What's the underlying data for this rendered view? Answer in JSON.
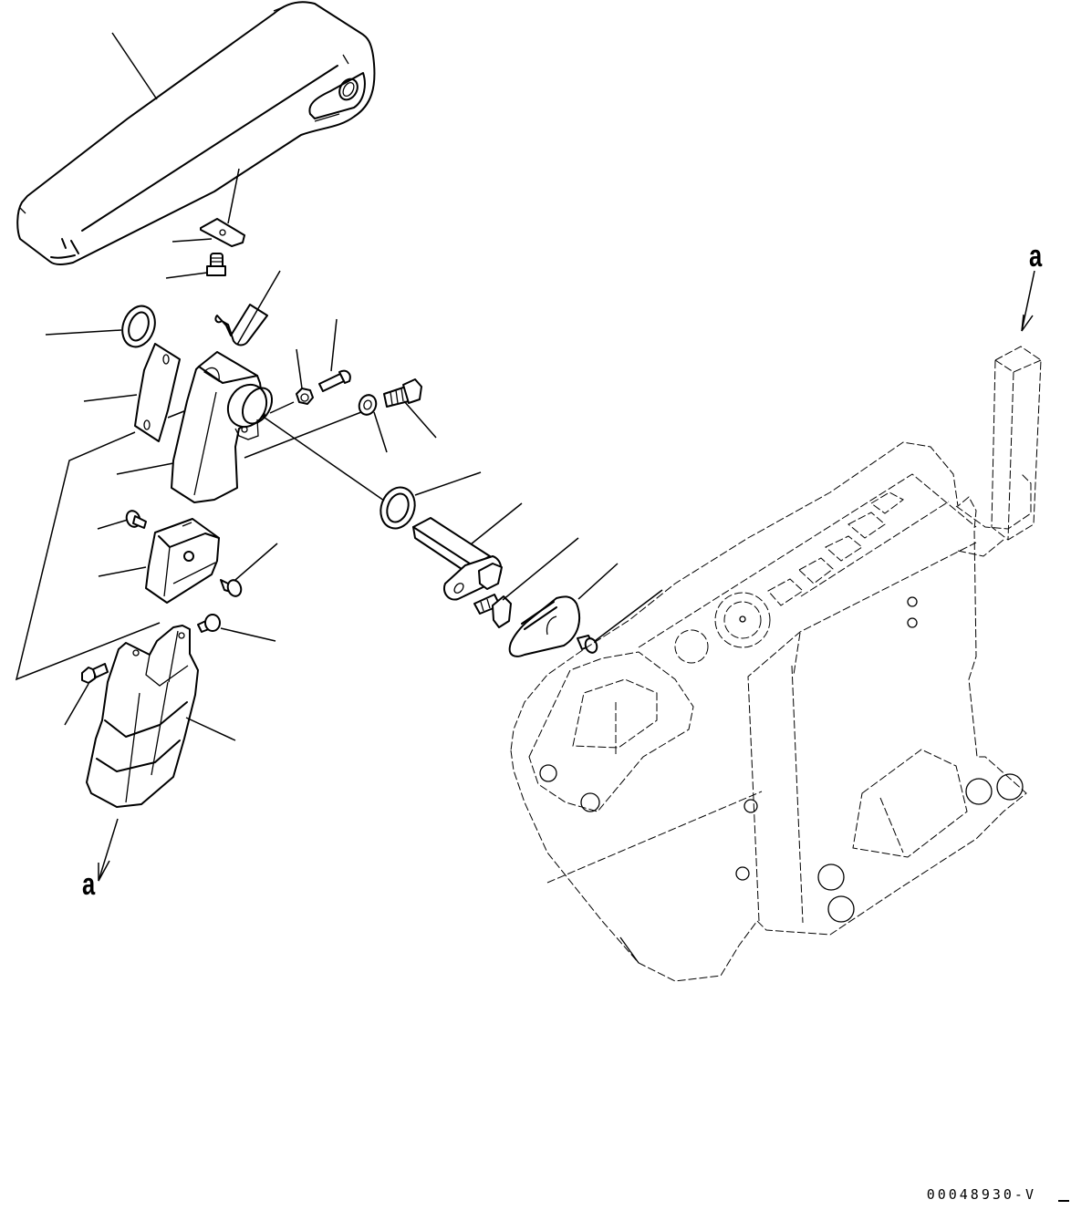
{
  "drawing": {
    "type": "exploded parts diagram",
    "subject": "armrest, armrest bracket and control console assembly",
    "figure_id": "00048930-V",
    "background_color": "#ffffff",
    "line_color": "#000000"
  },
  "reference_labels": [
    {
      "id": "ref-a-left",
      "text": "a",
      "position": "bottom-left, below lower cover"
    },
    {
      "id": "ref-a-right",
      "text": "a",
      "position": "top-right, above console post"
    }
  ],
  "parts": [
    {
      "name": "armrest",
      "leader": true
    },
    {
      "name": "plate",
      "leader": true
    },
    {
      "name": "bolt-top",
      "leader": true
    },
    {
      "name": "clip",
      "leader": true
    },
    {
      "name": "washer-left",
      "leader": true
    },
    {
      "name": "bracket-plate",
      "leader": true
    },
    {
      "name": "armrest-bracket",
      "leader": true
    },
    {
      "name": "nut",
      "leader": true
    },
    {
      "name": "bolt-small",
      "leader": true
    },
    {
      "name": "washer-small",
      "leader": true
    },
    {
      "name": "bolt-hex",
      "leader": true
    },
    {
      "name": "washer-large",
      "leader": true
    },
    {
      "name": "shaft",
      "leader": true
    },
    {
      "name": "flange-bolt",
      "leader": true
    },
    {
      "name": "cover-plate",
      "leader": true
    },
    {
      "name": "screw-right",
      "leader": true
    },
    {
      "name": "screw-upper-cover",
      "leader": true
    },
    {
      "name": "upper-cover",
      "leader": true
    },
    {
      "name": "screw-upper-cover-right",
      "leader": true
    },
    {
      "name": "screw-lower-cover-right",
      "leader": true
    },
    {
      "name": "screw-lower-cover-left",
      "leader": true
    },
    {
      "name": "lower-cover",
      "leader": true
    },
    {
      "name": "console-assembly",
      "leader": false
    }
  ],
  "unlabeled_callouts": "Leader lines have no numeric callouts rendered."
}
